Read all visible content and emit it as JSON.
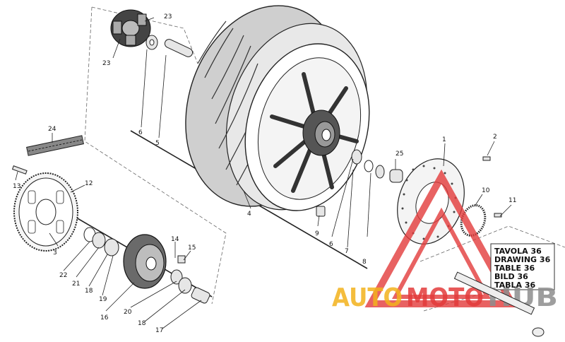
{
  "labels": {
    "l1": "1",
    "l2": "2",
    "l3": "3",
    "l4": "4",
    "l5": "5",
    "l6a": "6",
    "l6b": "6",
    "l7": "7",
    "l8": "8",
    "l9": "9",
    "l10": "10",
    "l11": "11",
    "l12": "12",
    "l13": "13",
    "l14": "14",
    "l15": "15",
    "l16": "16",
    "l17": "17",
    "l18a": "18",
    "l18b": "18",
    "l19": "19",
    "l20": "20",
    "l21": "21",
    "l22": "22",
    "l23a": "23",
    "l23b": "23",
    "l24": "24",
    "l25": "25"
  },
  "title_block": {
    "line1": "TAVOLA 36",
    "line2": "DRAWING 36",
    "line3": "TABLE 36",
    "line4": "BILD 36",
    "line5": "TABLA 36"
  },
  "watermark": {
    "part1": "AUTO",
    "part2": "MOTO",
    "part3": "HUB",
    "color_orange": "#f3b21c",
    "color_red": "#e33b3b",
    "color_gray": "#8e8e8e"
  }
}
